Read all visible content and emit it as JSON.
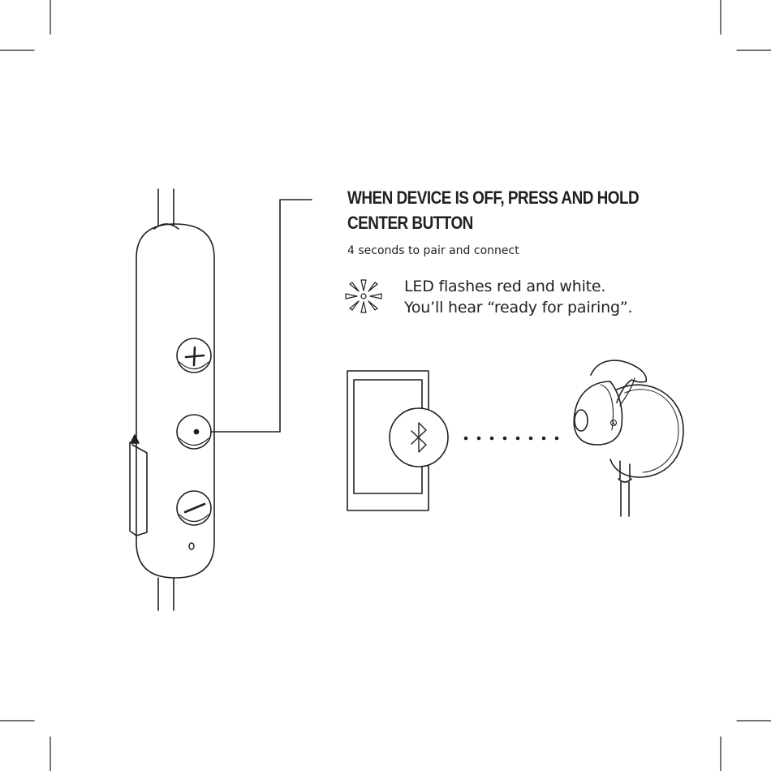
{
  "instruction": {
    "title": "WHEN DEVICE IS OFF, PRESS AND HOLD CENTER BUTTON",
    "subtitle": "4 seconds to pair and connect",
    "led_line1": "LED flashes red and white.",
    "led_line2": "You’ll hear “ready for pairing”."
  },
  "icons": {
    "led": "led-flash-icon",
    "bluetooth": "bluetooth-icon",
    "plus": "plus-icon",
    "center": "dot-icon",
    "minus": "minus-icon"
  },
  "colors": {
    "line": "#231f20",
    "background": "#ffffff"
  }
}
